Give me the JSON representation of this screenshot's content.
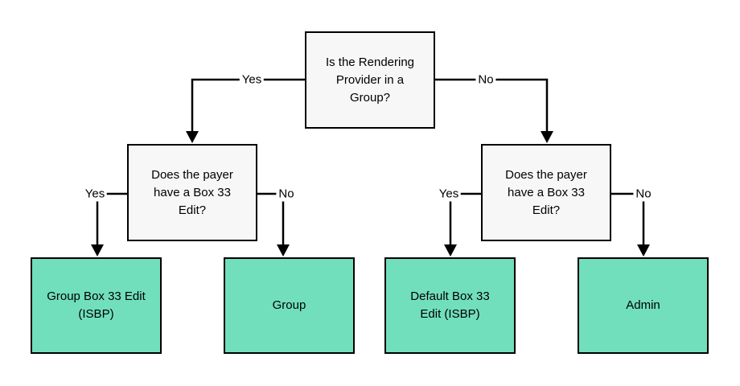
{
  "diagram": {
    "type": "flowchart",
    "colors": {
      "decision_fill": "#f7f7f7",
      "outcome_fill": "#71dfbb",
      "border": "#000000",
      "text": "#000000",
      "background": "#ffffff"
    },
    "nodes": [
      {
        "id": "is-rendering-provider-in-group",
        "kind": "decision",
        "label": "Is the Rendering\nProvider in a\nGroup?"
      },
      {
        "id": "payer-box33-edit-left",
        "kind": "decision",
        "label": "Does the payer\nhave a Box 33\nEdit?"
      },
      {
        "id": "payer-box33-edit-right",
        "kind": "decision",
        "label": "Does the payer\nhave a Box 33\nEdit?"
      },
      {
        "id": "group-box33-edit-isbp",
        "kind": "outcome",
        "label": "Group Box 33 Edit\n(ISBP)"
      },
      {
        "id": "group",
        "kind": "outcome",
        "label": "Group"
      },
      {
        "id": "default-box33-edit-isbp",
        "kind": "outcome",
        "label": "Default Box 33\nEdit (ISBP)"
      },
      {
        "id": "admin",
        "kind": "outcome",
        "label": "Admin"
      }
    ],
    "edges": [
      {
        "from": "is-rendering-provider-in-group",
        "to": "payer-box33-edit-left",
        "label": "Yes"
      },
      {
        "from": "is-rendering-provider-in-group",
        "to": "payer-box33-edit-right",
        "label": "No"
      },
      {
        "from": "payer-box33-edit-left",
        "to": "group-box33-edit-isbp",
        "label": "Yes"
      },
      {
        "from": "payer-box33-edit-left",
        "to": "group",
        "label": "No"
      },
      {
        "from": "payer-box33-edit-right",
        "to": "default-box33-edit-isbp",
        "label": "Yes"
      },
      {
        "from": "payer-box33-edit-right",
        "to": "admin",
        "label": "No"
      }
    ]
  }
}
